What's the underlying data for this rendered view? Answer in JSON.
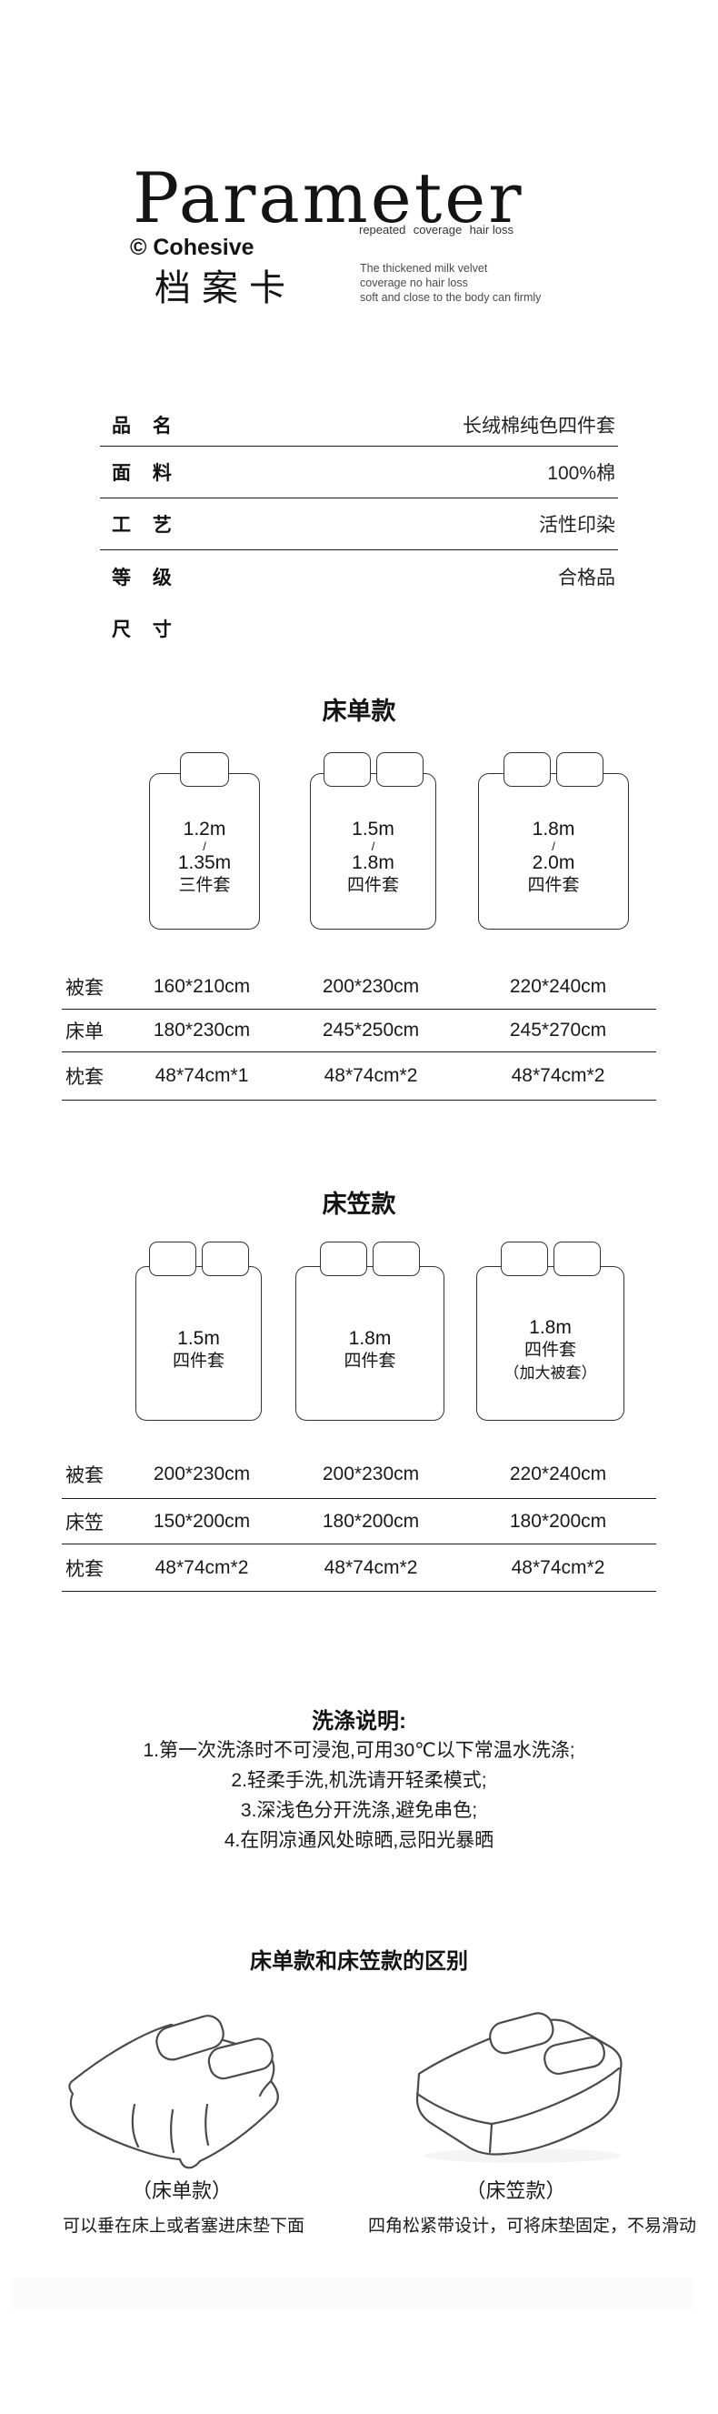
{
  "header": {
    "title": "Parameter",
    "brand": "© Cohesive",
    "card_label": "档案卡",
    "keywords": [
      "repeated",
      "coverage",
      "hair loss"
    ],
    "description_lines": [
      "The thickened milk velvet",
      "coverage no hair loss",
      "soft and close to the body can firmly"
    ]
  },
  "spec_table": {
    "rows": [
      {
        "label": "品 名",
        "value": "长绒棉纯色四件套"
      },
      {
        "label": "面 料",
        "value": "100%棉"
      },
      {
        "label": "工 艺",
        "value": "活性印染"
      },
      {
        "label": "等 级",
        "value": "合格品"
      },
      {
        "label": "尺 寸",
        "value": ""
      }
    ]
  },
  "sheet_section": {
    "title": "床单款",
    "beds": [
      {
        "width_label": "1.2m",
        "divider": "/",
        "length_label": "1.35m",
        "set_label": "三件套",
        "pillow_count": 1
      },
      {
        "width_label": "1.5m",
        "divider": "/",
        "length_label": "1.8m",
        "set_label": "四件套",
        "pillow_count": 2
      },
      {
        "width_label": "1.8m",
        "divider": "/",
        "length_label": "2.0m",
        "set_label": "四件套",
        "pillow_count": 2
      }
    ],
    "table": {
      "rows": [
        {
          "label": "被套",
          "values": [
            "160*210cm",
            "200*230cm",
            "220*240cm"
          ]
        },
        {
          "label": "床单",
          "values": [
            "180*230cm",
            "245*250cm",
            "245*270cm"
          ]
        },
        {
          "label": "枕套",
          "values": [
            "48*74cm*1",
            "48*74cm*2",
            "48*74cm*2"
          ]
        }
      ]
    }
  },
  "fitted_section": {
    "title": "床笠款",
    "beds": [
      {
        "width_label": "1.5m",
        "set_label": "四件套",
        "pillow_count": 2
      },
      {
        "width_label": "1.8m",
        "set_label": "四件套",
        "pillow_count": 2
      },
      {
        "width_label": "1.8m",
        "set_label": "四件套",
        "note": "（加大被套）",
        "pillow_count": 2
      }
    ],
    "table": {
      "rows": [
        {
          "label": "被套",
          "values": [
            "200*230cm",
            "200*230cm",
            "220*240cm"
          ]
        },
        {
          "label": "床笠",
          "values": [
            "150*200cm",
            "180*200cm",
            "180*200cm"
          ]
        },
        {
          "label": "枕套",
          "values": [
            "48*74cm*2",
            "48*74cm*2",
            "48*74cm*2"
          ]
        }
      ]
    }
  },
  "washing": {
    "title": "洗涤说明:",
    "instructions": [
      "1.第一次洗涤时不可浸泡,可用30℃以下常温水洗涤;",
      "2.轻柔手洗,机洗请开轻柔模式;",
      "3.深浅色分开洗涤,避免串色;",
      "4.在阴凉通风处晾晒,忌阳光暴晒"
    ]
  },
  "difference": {
    "title": "床单款和床笠款的区别",
    "items": [
      {
        "caption": "（床单款）",
        "description": "可以垂在床上或者塞进床垫下面"
      },
      {
        "caption": "（床笠款）",
        "description": "四角松紧带设计，可将床垫固定，不易滑动"
      }
    ]
  }
}
